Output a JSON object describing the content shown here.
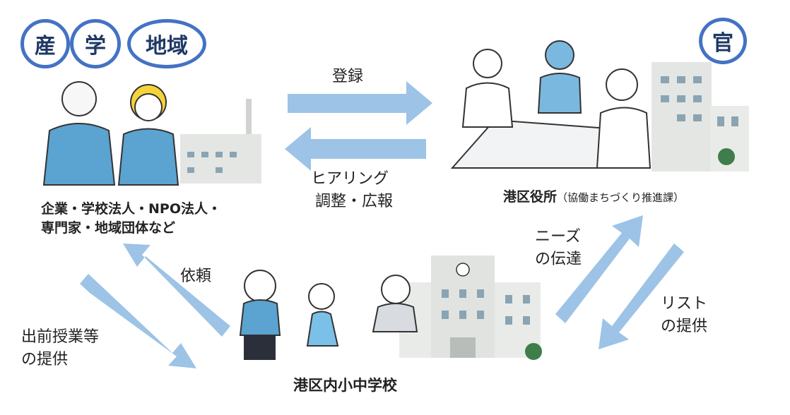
{
  "badges": {
    "industry": "産",
    "academia": "学",
    "community": "地域",
    "government": "官"
  },
  "labels": {
    "register": "登録",
    "hearing_line1": "ヒアリング",
    "hearing_line2": "調整・広報",
    "partners_line1": "企業・学校法人・NPO法人・",
    "partners_line2": "専門家・地域団体など",
    "office_name": "港区役所",
    "office_dept": "（協働まちづくり推進課）",
    "needs_line1": "ニーズ",
    "needs_line2": "の伝達",
    "list_line1": "リスト",
    "list_line2": "の提供",
    "request": "依頼",
    "lesson_line1": "出前授業等",
    "lesson_line2": "の提供",
    "schools": "港区内小中学校"
  },
  "colors": {
    "ring": "#4472c4",
    "badge_text": "#1f3864",
    "arrow": "#9dc3e6",
    "figure": "#5ba3d0",
    "building": "#e4e6e4"
  }
}
